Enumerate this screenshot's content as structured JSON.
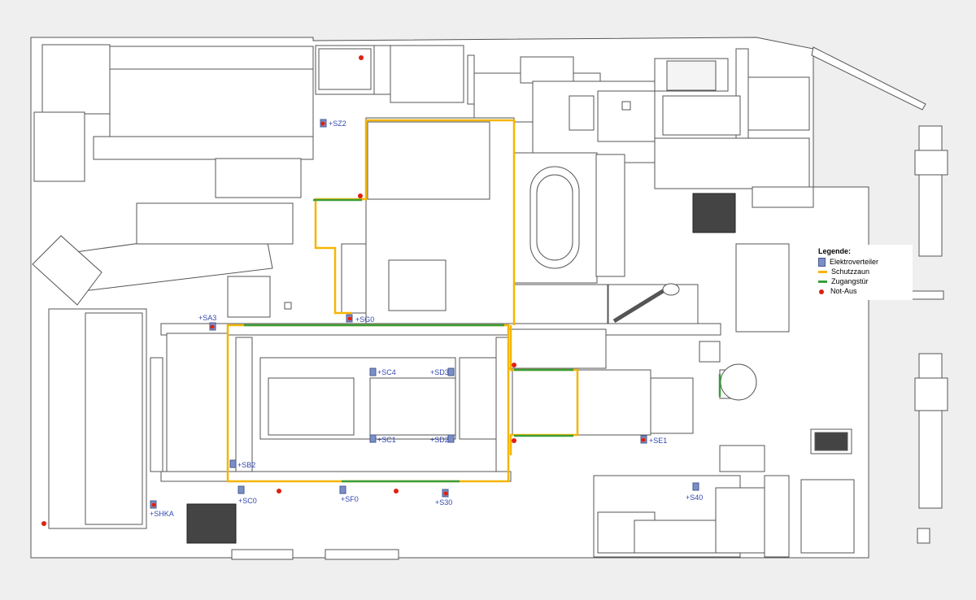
{
  "legend": {
    "title": "Legende:",
    "items": [
      {
        "symbol": "electrical-distributor-box",
        "label": "Elektroverteiler",
        "color": "#7b8fc7"
      },
      {
        "symbol": "safety-fence-line",
        "label": "Schutzzaun",
        "color": "#f5b500"
      },
      {
        "symbol": "access-door-line",
        "label": "Zugangstür",
        "color": "#3a9e3a"
      },
      {
        "symbol": "emergency-stop-dot",
        "label": "Not-Aus",
        "color": "#e02010"
      }
    ]
  },
  "labels": {
    "sz2": "+SZ2",
    "sa3": "+SA3",
    "sg0": "+SG0",
    "sc4": "+SC4",
    "sd3": "+SD3",
    "sc1": "+SC1",
    "sd2": "+SD2",
    "se1": "+SE1",
    "sb2": "+SB2",
    "sc0": "+SC0",
    "sf0": "+SF0",
    "s30": "+S30",
    "s40": "+S40",
    "shka": "+SHKA"
  }
}
